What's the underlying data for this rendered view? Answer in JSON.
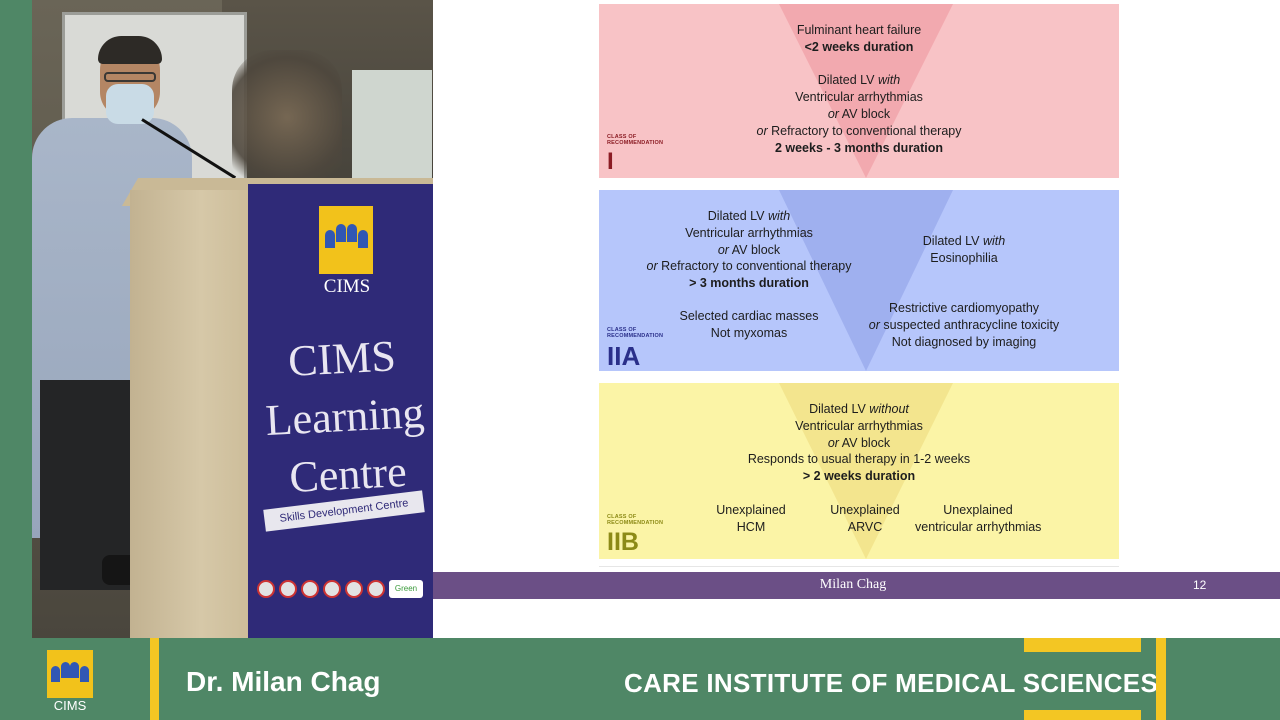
{
  "video": {
    "podium_logo_text": "CIMS",
    "podium_title_lines": [
      "CIMS",
      "Learning",
      "Centre"
    ],
    "podium_subtitle": "Skills Development Centre",
    "podium_badge": "Green"
  },
  "slide": {
    "class_label": "CLASS OF RECOMMENDATION",
    "panel_1": {
      "class": "I",
      "class_color": "#8b1c24",
      "lines": {
        "a": "Fulminant heart failure",
        "b": "<2 weeks duration",
        "c_prefix": "Dilated LV ",
        "c_em": "with",
        "d": "Ventricular arrhythmias",
        "e_em": "or",
        "e": " AV block",
        "f_em": "or",
        "f": " Refractory to conventional therapy",
        "g": "2 weeks - 3 months duration"
      }
    },
    "panel_2": {
      "class": "IIA",
      "class_color": "#2a2f8a",
      "left": {
        "a_prefix": "Dilated LV ",
        "a_em": "with",
        "b": "Ventricular arrhythmias",
        "c_em": "or",
        "c": " AV block",
        "d_em": "or",
        "d": " Refractory to conventional therapy",
        "e": "> 3 months duration",
        "f": "Selected cardiac masses",
        "g": "Not myxomas"
      },
      "right": {
        "a_prefix": "Dilated LV ",
        "a_em": "with",
        "b": "Eosinophilia",
        "c": "Restrictive cardiomyopathy",
        "d_em": "or",
        "d": " suspected anthracycline toxicity",
        "e": "Not diagnosed by imaging"
      }
    },
    "panel_3": {
      "class": "IIB",
      "class_color": "#8c8a16",
      "top": {
        "a_prefix": "Dilated LV  ",
        "a_em": "without",
        "b": "Ventricular arrhythmias",
        "c_em": "or",
        "c": " AV block",
        "d": "Responds to usual therapy in 1-2 weeks",
        "e": "> 2 weeks duration"
      },
      "bottom": {
        "col1_a": "Unexplained",
        "col1_b": "HCM",
        "col2_a": "Unexplained",
        "col2_b": "ARVC",
        "col3_a": "Unexplained",
        "col3_b": "ventricular arrhythmias"
      }
    },
    "footer_author": "Milan Chag",
    "footer_page": "12"
  },
  "lower_third": {
    "logo_text": "CIMS",
    "speaker_name": "Dr. Milan Chag",
    "institute": "CARE INSTITUTE OF MEDICAL SCIENCES"
  },
  "colors": {
    "frame_green": "#4f8766",
    "accent_yellow": "#f3c623",
    "footer_purple": "#6b4f86",
    "panel_red": "#f8c3c6",
    "panel_blue": "#b6c6fb",
    "panel_yellow": "#fbf4a6"
  }
}
